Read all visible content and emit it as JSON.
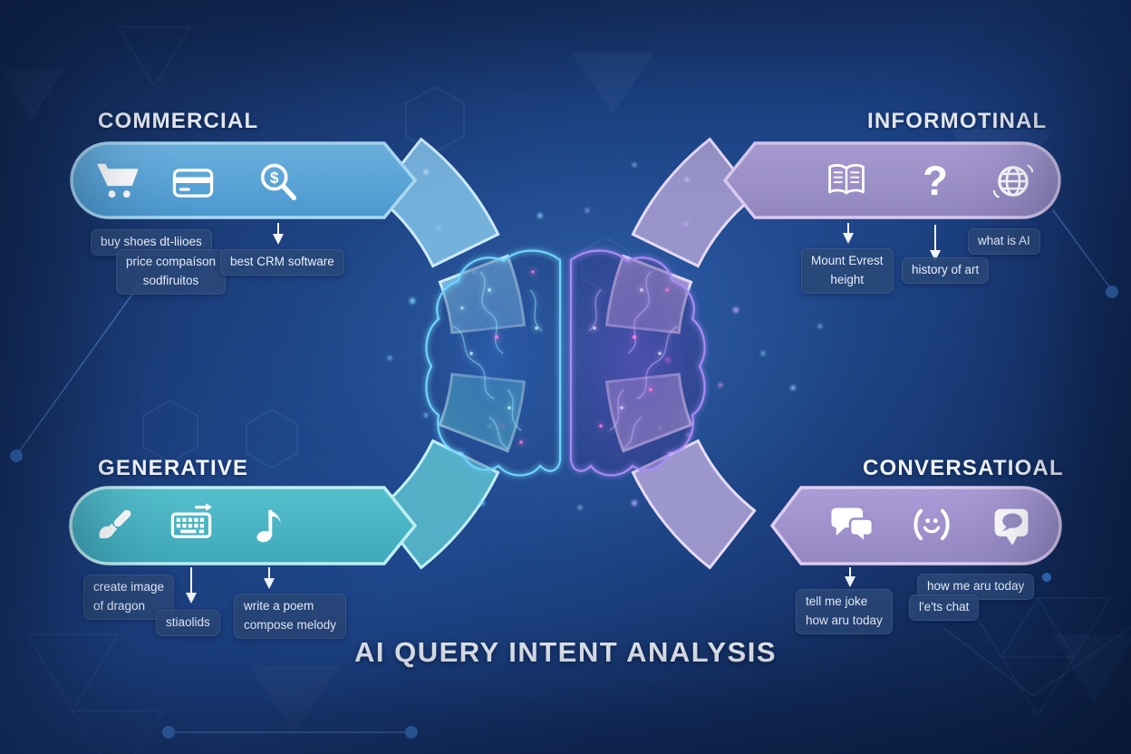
{
  "title": "AI QUERY INTENT ANALYSIS",
  "colors": {
    "background_blue": "#1c4080",
    "commercial_pill": "#57a7d9",
    "generative_pill": "#4bb9c6",
    "informational_pill": "#a295cd",
    "conversational_pill": "#a295cd",
    "arc_blue": "#86c8ec",
    "arc_teal": "#5fc6d3",
    "arc_purple": "#b2a4d6",
    "arc_lavender": "#b7a8da",
    "tag_background": "#2a4878",
    "text": "#ffffff",
    "brain_left_glow": "#6fd4ff",
    "brain_right_glow": "#a98bf5"
  },
  "sections": {
    "commercial": {
      "label": "COMMERCIAL",
      "icons": [
        "shopping-cart-icon",
        "credit-card-icon",
        "dollar-search-icon"
      ],
      "tags": [
        {
          "text": "buy shoes dt-liioes"
        },
        {
          "text": "price compaíson\nsodfiruitos"
        },
        {
          "text": "best CRM software"
        }
      ]
    },
    "informational": {
      "label": "INFORMOTINAL",
      "icons": [
        "open-book-icon",
        "question-mark-icon",
        "globe-icon"
      ],
      "tags": [
        {
          "text": "Mount Evrest\nheight"
        },
        {
          "text": "history of art"
        },
        {
          "text": "what is AI"
        }
      ]
    },
    "generative": {
      "label": "GENERATIVE",
      "icons": [
        "paintbrush-icon",
        "keyboard-arrow-icon",
        "music-note-icon"
      ],
      "tags": [
        {
          "text": "create image\nof dragon"
        },
        {
          "text": "stiaolids"
        },
        {
          "text": "write a poem\ncompose melody"
        }
      ]
    },
    "conversational": {
      "label": "CONVERSATIOAL",
      "icons": [
        "chat-bubbles-icon",
        "smiley-parens-icon",
        "chat-square-icon"
      ],
      "tags": [
        {
          "text": "tell me joke\nhow aru today"
        },
        {
          "text": "how me aru today"
        },
        {
          "text": "l'e'ts chat"
        }
      ]
    }
  },
  "center_graphic": "glowing-wireframe-brain"
}
